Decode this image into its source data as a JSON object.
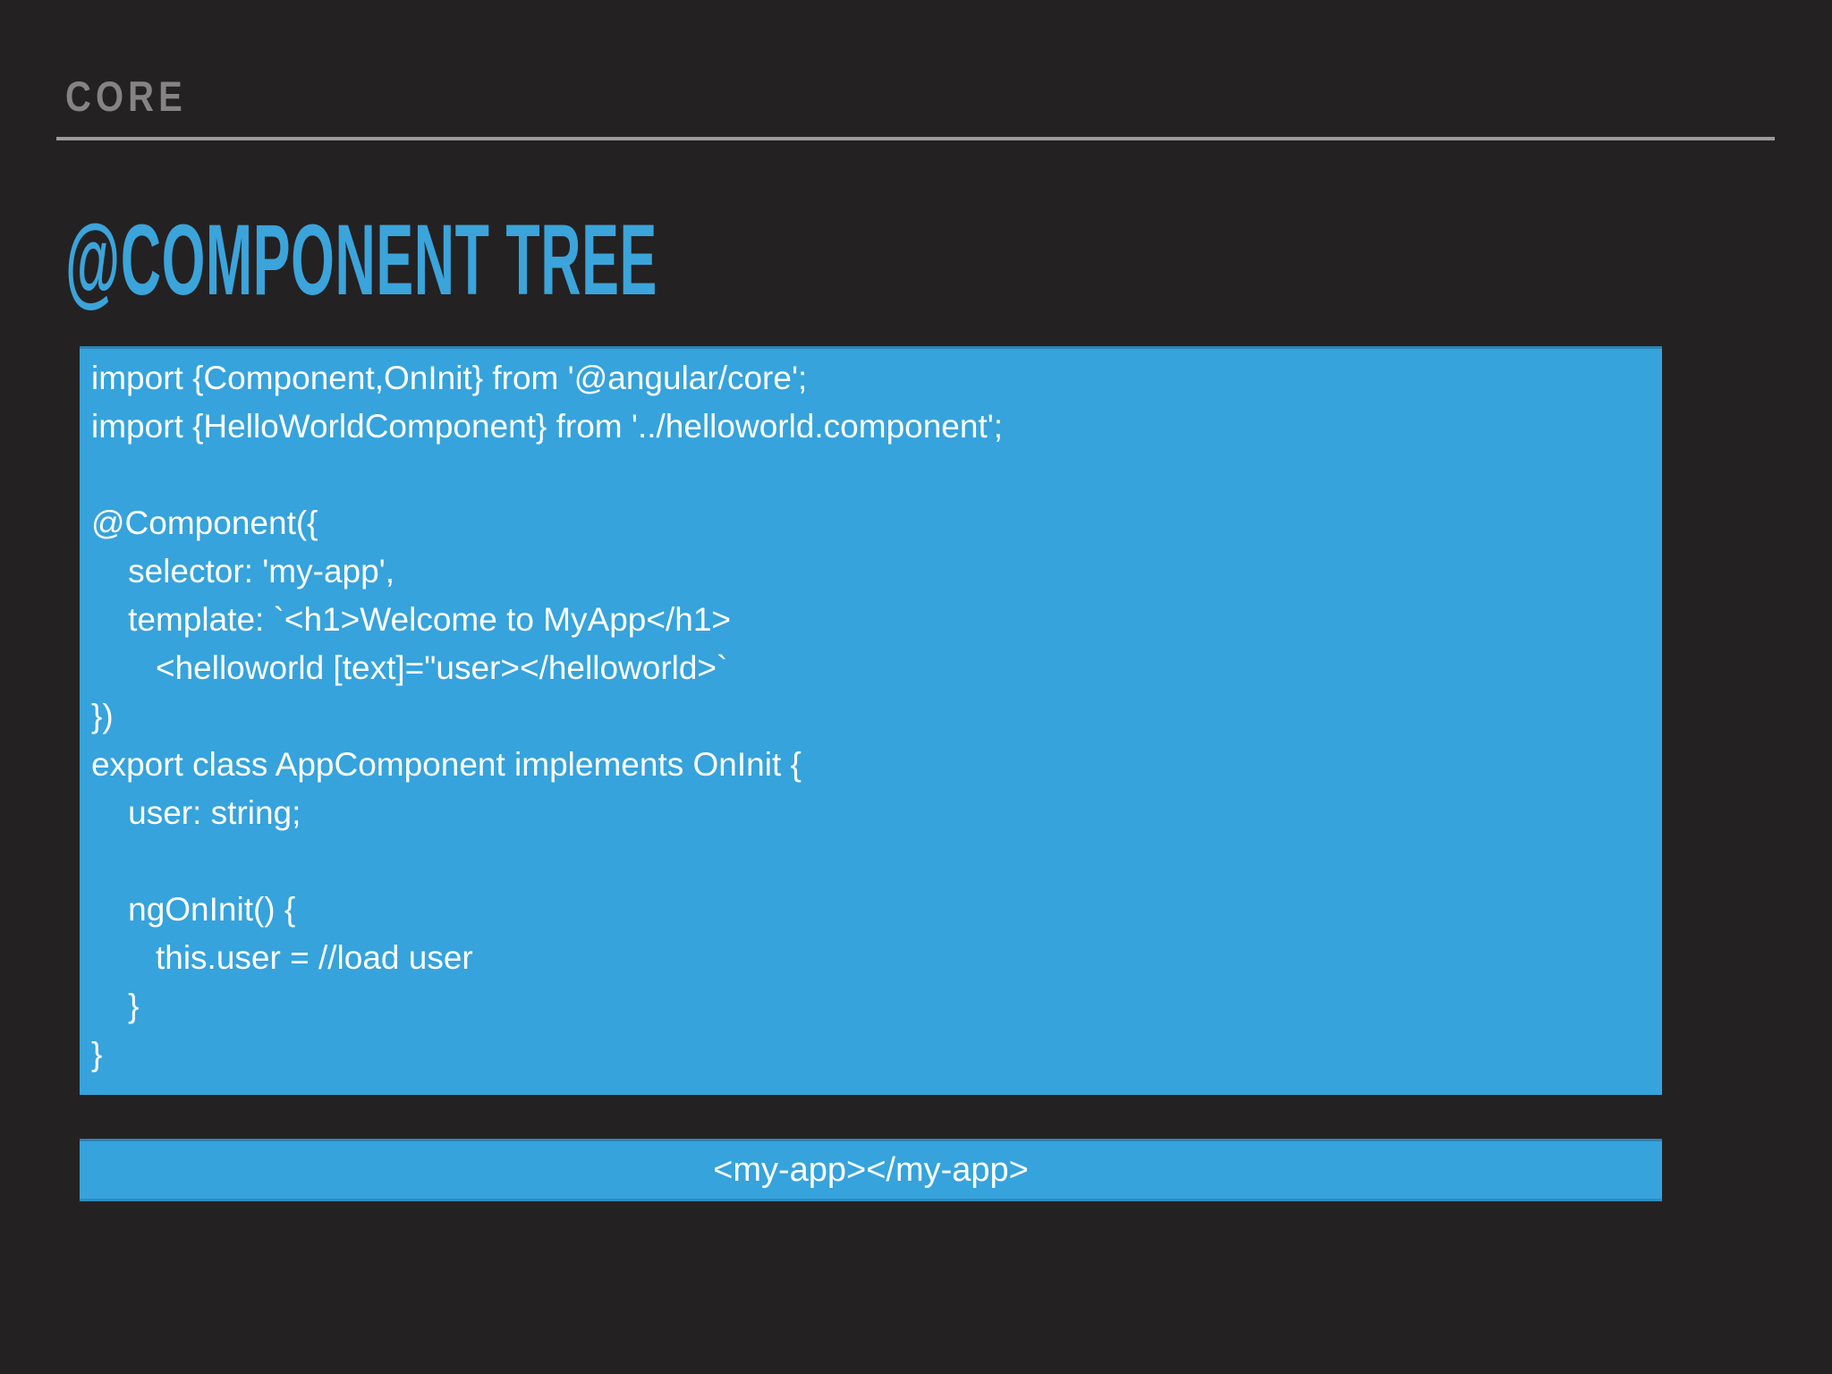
{
  "slide": {
    "kicker": "CORE",
    "title": "@COMPONENT TREE"
  },
  "colors": {
    "background": "#242122",
    "accent_blue": "#36a3dc",
    "title_blue": "#3ba4da",
    "kicker_gray": "#848484",
    "divider_gray": "#9b9b9b",
    "code_text": "#ffffff"
  },
  "code_block": {
    "lines": [
      "import {Component,OnInit} from '@angular/core';",
      "import {HelloWorldComponent} from '../helloworld.component';",
      "",
      "@Component({",
      "    selector: 'my-app',",
      "    template: `<h1>Welcome to MyApp</h1>",
      "       <helloworld [text]=\"user></helloworld>`",
      "})",
      "export class AppComponent implements OnInit {",
      "    user: string;",
      "",
      "    ngOnInit() {",
      "       this.user = //load user",
      "    }",
      "}"
    ]
  },
  "tag_bar": {
    "label": "<my-app></my-app>"
  }
}
